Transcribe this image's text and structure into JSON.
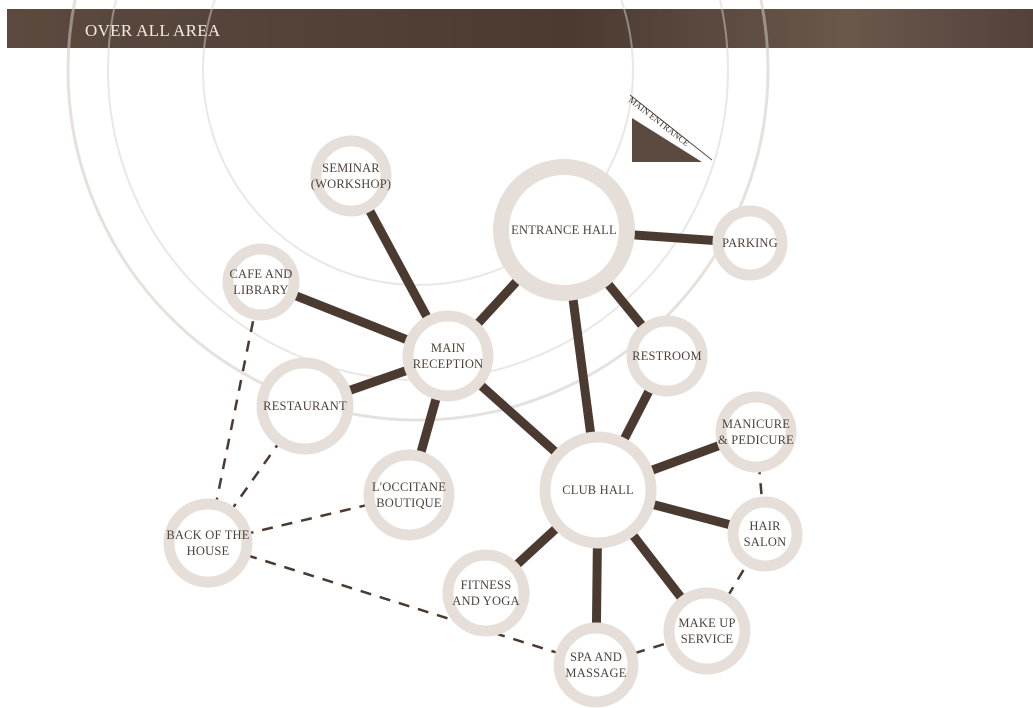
{
  "header": {
    "title": "OVER ALL AREA"
  },
  "colors": {
    "header_bg": "#4a3a30",
    "node_ring": "#e6dfd9",
    "node_text": "#4e423a",
    "link": "#4a3a30",
    "arrow": "#5a4a40"
  },
  "entrance_marker": {
    "label": "MAIN ENTRANCE"
  },
  "nodes": [
    {
      "id": "seminar",
      "lines": [
        "SEMINAR",
        "(WORKSHOP)"
      ]
    },
    {
      "id": "entrance",
      "lines": [
        "ENTRANCE HALL"
      ]
    },
    {
      "id": "parking",
      "lines": [
        "PARKING"
      ]
    },
    {
      "id": "cafe",
      "lines": [
        "CAFE AND",
        "LIBRARY"
      ]
    },
    {
      "id": "reception",
      "lines": [
        "MAIN",
        "RECEPTION"
      ]
    },
    {
      "id": "restroom",
      "lines": [
        "RESTROOM"
      ]
    },
    {
      "id": "restaurant",
      "lines": [
        "RESTAURANT"
      ]
    },
    {
      "id": "manicure",
      "lines": [
        "MANICURE",
        "& PEDICURE"
      ]
    },
    {
      "id": "loccitane",
      "lines": [
        "L'OCCITANE",
        "BOUTIQUE"
      ]
    },
    {
      "id": "clubhall",
      "lines": [
        "CLUB HALL"
      ]
    },
    {
      "id": "backhouse",
      "lines": [
        "BACK OF THE",
        "HOUSE"
      ]
    },
    {
      "id": "hair",
      "lines": [
        "HAIR",
        "SALON"
      ]
    },
    {
      "id": "fitness",
      "lines": [
        "FITNESS",
        "AND YOGA"
      ]
    },
    {
      "id": "makeup",
      "lines": [
        "MAKE UP",
        "SERVICE"
      ]
    },
    {
      "id": "spa",
      "lines": [
        "SPA AND",
        "MASSAGE"
      ]
    }
  ],
  "links": [
    {
      "from": "seminar",
      "to": "reception",
      "style": "solid"
    },
    {
      "from": "cafe",
      "to": "reception",
      "style": "solid"
    },
    {
      "from": "restaurant",
      "to": "reception",
      "style": "solid"
    },
    {
      "from": "loccitane",
      "to": "reception",
      "style": "solid"
    },
    {
      "from": "entrance",
      "to": "reception",
      "style": "solid"
    },
    {
      "from": "entrance",
      "to": "parking",
      "style": "solid"
    },
    {
      "from": "entrance",
      "to": "restroom",
      "style": "solid"
    },
    {
      "from": "entrance",
      "to": "clubhall",
      "style": "solid"
    },
    {
      "from": "reception",
      "to": "clubhall",
      "style": "solid"
    },
    {
      "from": "restroom",
      "to": "clubhall",
      "style": "solid"
    },
    {
      "from": "manicure",
      "to": "clubhall",
      "style": "solid"
    },
    {
      "from": "hair",
      "to": "clubhall",
      "style": "solid"
    },
    {
      "from": "makeup",
      "to": "clubhall",
      "style": "solid"
    },
    {
      "from": "spa",
      "to": "clubhall",
      "style": "solid"
    },
    {
      "from": "fitness",
      "to": "clubhall",
      "style": "solid"
    },
    {
      "from": "cafe",
      "to": "backhouse",
      "style": "dashed"
    },
    {
      "from": "restaurant",
      "to": "backhouse",
      "style": "dashed"
    },
    {
      "from": "loccitane",
      "to": "backhouse",
      "style": "dashed"
    },
    {
      "from": "backhouse",
      "to": "spa",
      "style": "dashed"
    },
    {
      "from": "spa",
      "to": "makeup",
      "style": "dashed"
    },
    {
      "from": "makeup",
      "to": "hair",
      "style": "dashed"
    },
    {
      "from": "hair",
      "to": "manicure",
      "style": "dashed"
    }
  ]
}
